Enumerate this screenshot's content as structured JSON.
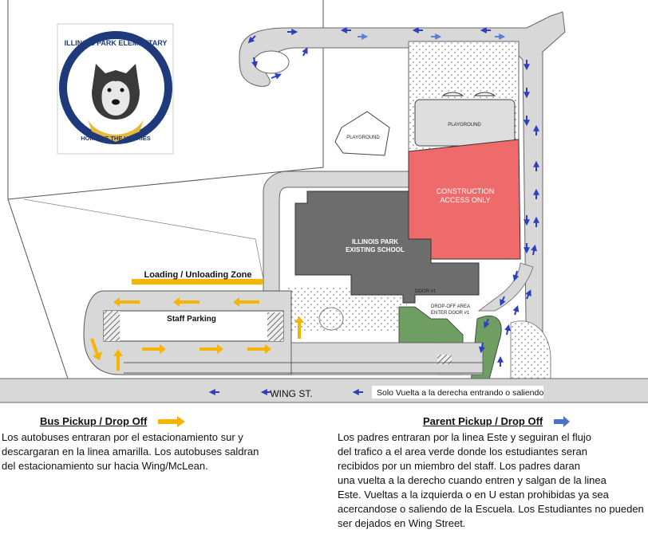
{
  "logo": {
    "top_text": "ILLINOIS PARK ELEMENTARY",
    "bottom_text": "HOME OF THE HUSKIES"
  },
  "map_labels": {
    "playground_top": "PLAYGROUND",
    "playground_court": "PLAYGROUND",
    "construction_line1": "CONSTRUCTION",
    "construction_line2": "ACCESS ONLY",
    "school_line1": "ILLINOIS PARK",
    "school_line2": "EXISTING SCHOOL",
    "loading_zone": "Loading / Unloading Zone",
    "staff_parking": "Staff Parking",
    "door1": "DOOR #1",
    "dropoff_line1": "DROP-OFF AREA",
    "dropoff_line2": "ENTER DOOR #1",
    "wing_st": "WING ST.",
    "right_turn_only": "Solo Vuelta a la derecha entrando o saliendo"
  },
  "legend": {
    "bus": {
      "title": "Bus Pickup / Drop Off",
      "arrow_color": "#f5b400",
      "lines": [
        "Los autobuses entraran por el estacionamiento sur y",
        "descargaran en la linea amarilla. Los autobuses saldran",
        "del estacionamiento sur hacia Wing/McLean."
      ]
    },
    "parent": {
      "title": "Parent Pickup / Drop Off",
      "arrow_color": "#4a72c4",
      "lines": [
        "Los padres entraran por la linea Este y seguiran el flujo",
        "del trafico a el area verde donde los estudiantes seran",
        "recibidos por un miembro del staff. Los padres daran",
        "una vuelta a la derecho cuando entren y salgan de la linea",
        "Este. Vueltas a la izquierda o en U estan prohibidas ya sea",
        "acercandose o saliendo de la Escuela. Los Estudiantes no pueden",
        "ser dejados en Wing Street."
      ]
    }
  },
  "colors": {
    "road": "#d8d8d8",
    "school": "#6d6d6d",
    "construction": "#ef6b6b",
    "dropoff_green": "#6f9e62",
    "bus_yellow": "#f5b400",
    "parent_blue": "#3d62c4"
  }
}
